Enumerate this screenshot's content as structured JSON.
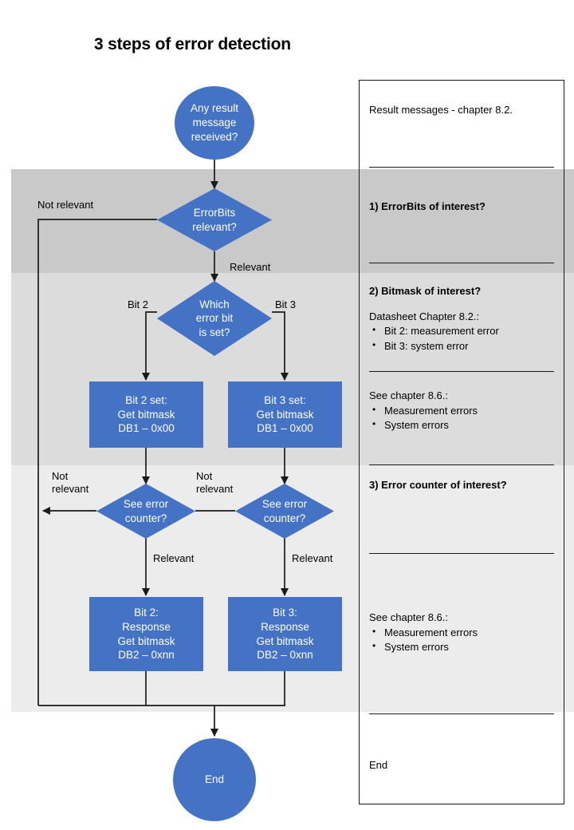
{
  "title": "3 steps of error detection",
  "colors": {
    "node_fill": "#4472c4",
    "node_text": "#ffffff",
    "band_1": "#c9c9c9",
    "band_2": "#dcdcdc",
    "band_3": "#ececec",
    "edge": "#1a1a1a"
  },
  "flow": {
    "start": {
      "label": "Any result\nmessage\nreceived?"
    },
    "d_errorbits": {
      "label": "ErrorBits\nrelevant?"
    },
    "d_whichbit": {
      "label": "Which\nerror bit\nis set?"
    },
    "box_bit2_set": {
      "label": "Bit 2 set:\nGet bitmask\nDB1 – 0x00"
    },
    "box_bit3_set": {
      "label": "Bit 3 set:\nGet bitmask\nDB1 – 0x00"
    },
    "d_counter_left": {
      "label": "See error\ncounter?"
    },
    "d_counter_right": {
      "label": "See error\ncounter?"
    },
    "box_bit2_resp": {
      "label": "Bit 2:\nResponse\nGet bitmask\nDB2 – 0xnn"
    },
    "box_bit3_resp": {
      "label": "Bit 3:\nResponse\nGet bitmask\nDB2 – 0xnn"
    },
    "end": {
      "label": "End"
    }
  },
  "edge_labels": {
    "not_relevant_top": "Not relevant",
    "relevant_top": "Relevant",
    "bit2": "Bit 2",
    "bit3": "Bit 3",
    "not_relevant_left": "Not\nrelevant",
    "not_relevant_mid": "Not\nrelevant",
    "relevant_left": "Relevant",
    "relevant_right": "Relevant"
  },
  "panel": {
    "sections": [
      {
        "id": "result-messages",
        "text": "Result messages - chapter 8.2."
      },
      {
        "id": "step-1",
        "heading": "1) ErrorBits of interest?"
      },
      {
        "id": "step-2",
        "heading": "2) Bitmask of interest?",
        "blocks": [
          {
            "lead": "Datasheet Chapter 8.2.:",
            "items": [
              "Bit 2: measurement  error",
              "Bit 3: system error"
            ]
          },
          {
            "lead": "See chapter 8.6.:",
            "items": [
              "Measurement  errors",
              "System errors"
            ]
          }
        ]
      },
      {
        "id": "step-3",
        "heading": "3) Error counter of interest?",
        "blocks": [
          {
            "lead": "See chapter 8.6.:",
            "items": [
              "Measurement  errors",
              "System errors"
            ]
          }
        ]
      },
      {
        "id": "end",
        "text": "End"
      }
    ]
  }
}
